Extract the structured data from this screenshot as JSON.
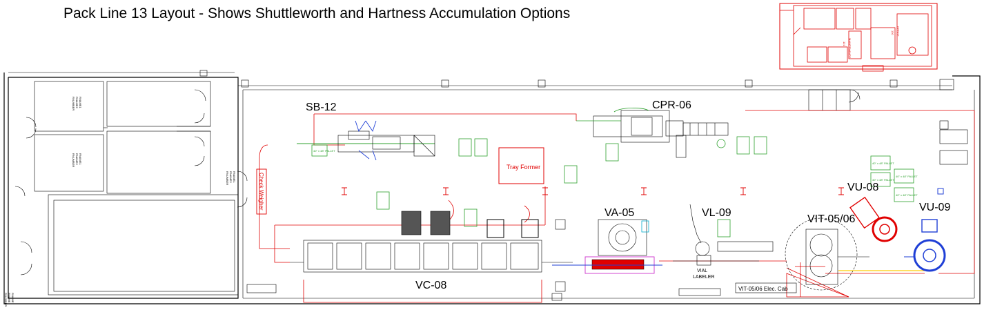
{
  "title": "Pack Line 13 Layout - Shows Shuttleworth and Hartness Accumulation Options",
  "rooms": {
    "rname_left_1": [
      "RNAME1",
      "RNAME2",
      "RNUMBER"
    ],
    "rname_left_2": [
      "RNAME1",
      "RNAME2",
      "RNUMBER"
    ],
    "rname_mid": [
      "RNAME1",
      "RNAME2",
      "RNUMBER"
    ],
    "rname_bottom": [
      "RNAME",
      "RNAME",
      "RNUMBER"
    ]
  },
  "office": {
    "maintenance": "MAINTENANCE",
    "maintenance_num": "121",
    "office": "OFFICE",
    "office_num": "130"
  },
  "machines": {
    "sb12": "SB-12",
    "cpr06": "CPR-06",
    "tray_former": "Tray Former",
    "check_weigher": "Check Weigher",
    "va05": "VA-05",
    "vl09": "VL-09",
    "vit0506": "VIT-05/06",
    "vu08": "VU-08",
    "vu09": "VU-09",
    "vc08": "VC-08",
    "vial_labeler": [
      "VIAL",
      "LABELER"
    ],
    "elec_cab": "VIT-05/06 Elec. Cab"
  },
  "pallets": [
    "40\" x 48\" PALLET"
  ],
  "colors": {
    "wall": "#000000",
    "conveyor": "#e00000",
    "green": "#2ca02c",
    "blue": "#1f3fd6",
    "magenta": "#cc33cc"
  }
}
